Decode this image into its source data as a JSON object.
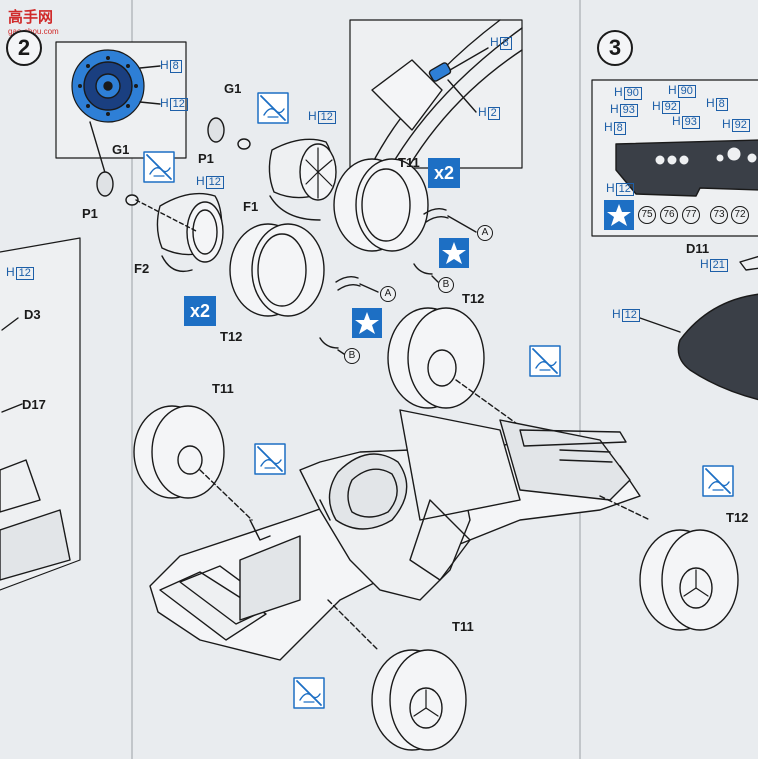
{
  "watermark": {
    "text": "高手网",
    "url": "gao-shou.com"
  },
  "steps": {
    "step2": "2",
    "step3": "3"
  },
  "multipliers": {
    "x2_upper": "x2",
    "x2_lower": "x2"
  },
  "part_labels": {
    "g1_upper": "G1",
    "g1_lower": "G1",
    "p1_upper": "P1",
    "p1_lower": "P1",
    "f1": "F1",
    "f2": "F2",
    "t11_top": "T11",
    "t11_left": "T11",
    "t11_bottom": "T11",
    "t12_upper": "T12",
    "t12_mid": "T12",
    "t12_right": "T12",
    "d3": "D3",
    "d17": "D17",
    "d11": "D11"
  },
  "callout_markers": {
    "a1": "A",
    "a2": "A",
    "b1": "B",
    "b2": "B"
  },
  "paint_codes": {
    "prefix": "H",
    "h8_wheel": "8",
    "h12_wheel": "12",
    "h8_valve": "8",
    "h2_valve": "2",
    "h12_f1": "12",
    "h12_f2": "12",
    "h12_left": "12",
    "h90_a": "90",
    "h90_b": "90",
    "h93_a": "93",
    "h92_a": "92",
    "h8_panel_a": "8",
    "h93_b": "93",
    "h8_panel_b": "8",
    "h92_b": "92",
    "h12_panel": "12",
    "h21": "21",
    "h12_body": "12"
  },
  "panel_numbers": [
    "75",
    "76",
    "77",
    "73",
    "72"
  ],
  "colors": {
    "accent_blue": "#1d6fc4",
    "paint_code_blue": "#1d5fa8",
    "line": "#1a1a1a",
    "paper": "#e9ecef"
  }
}
